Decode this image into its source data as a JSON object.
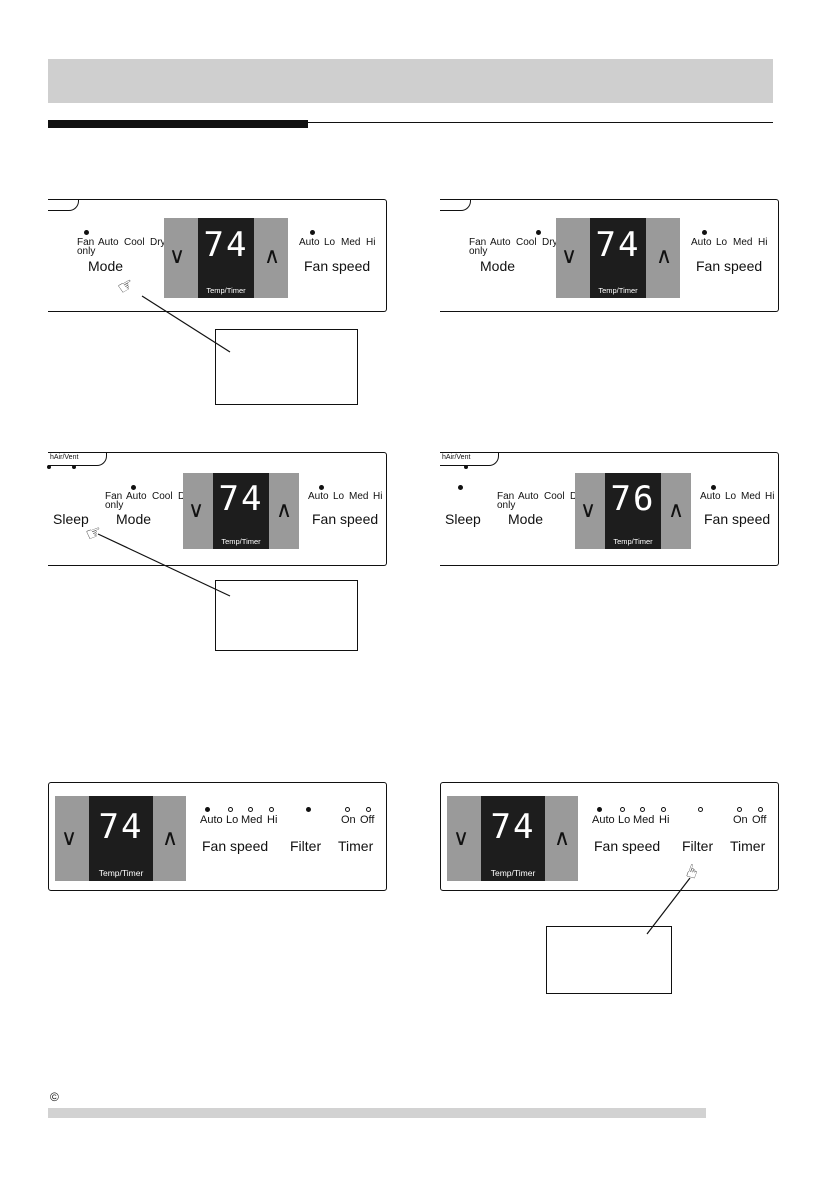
{
  "copyright": "©",
  "display_temp": "74",
  "display_temp_after": "76",
  "temp_timer_label": "Temp/Timer",
  "mode": {
    "title": "Mode",
    "fan": "Fan",
    "only": "only",
    "auto": "Auto",
    "cool": "Cool",
    "dry": "Dry"
  },
  "fan_speed": {
    "title": "Fan speed",
    "auto": "Auto",
    "lo": "Lo",
    "med": "Med",
    "hi": "Hi"
  },
  "sleep_label": "Sleep",
  "vent_label": "hAir/Vent",
  "filter_label": "Filter",
  "timer": {
    "title": "Timer",
    "on": "On",
    "off": "Off"
  },
  "icons": {
    "pointer": "pointing-hand-icon",
    "down": "chevron-down-icon",
    "up": "chevron-up-icon"
  }
}
